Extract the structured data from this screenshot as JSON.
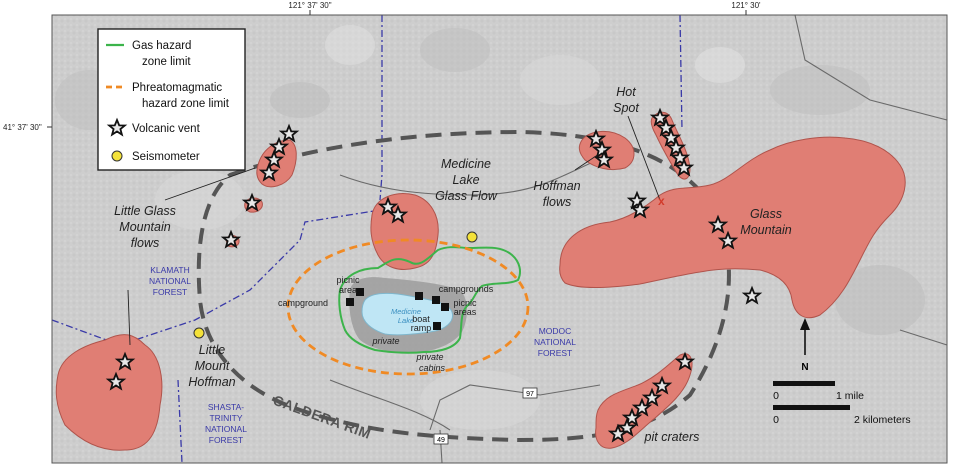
{
  "coordinates": {
    "lon_left": "121° 37' 30\"",
    "lon_right": "121° 30'",
    "lat": "41° 37' 30\""
  },
  "legend": {
    "gas_line1": "Gas hazard",
    "gas_line2": "zone limit",
    "phreato_line1": "Phreatomagmatic",
    "phreato_line2": "hazard zone limit",
    "vent": "Volcanic vent",
    "seismometer": "Seismometer"
  },
  "colors": {
    "lava": "#e07e74",
    "lava_stroke": "#b0544c",
    "gas": "#3cb44b",
    "phreato": "#f08a24",
    "caldera": "#555555",
    "lake": "#bfe6f5",
    "boundary": "#3a3aa8",
    "seismometer": "#f4e23a",
    "terrain": "#cfcfcf"
  },
  "labels": {
    "little_glass_1": "Little Glass",
    "little_glass_2": "Mountain",
    "little_glass_3": "flows",
    "medicine_flow_1": "Medicine",
    "medicine_flow_2": "Lake",
    "medicine_flow_3": "Glass Flow",
    "hoffman_1": "Hoffman",
    "hoffman_2": "flows",
    "hot_1": "Hot",
    "hot_2": "Spot",
    "glass_mtn_1": "Glass",
    "glass_mtn_2": "Mountain",
    "little_hoffman_1": "Little",
    "little_hoffman_2": "Mount",
    "little_hoffman_3": "Hoffman",
    "caldera_rim": "CALDERA RIM",
    "pit_craters": "pit craters",
    "lake_1": "Medicine",
    "lake_2": "Lake",
    "private_1": "private",
    "private_2": "private",
    "private_cabins": "cabins",
    "picnic_area_1": "picnic",
    "picnic_area_2": "area",
    "campground": "campground",
    "campgrounds": "campgrounds",
    "picnic_areas_1": "picnic",
    "picnic_areas_2": "areas",
    "boat_1": "boat",
    "boat_2": "ramp",
    "klamath_1": "KLAMATH",
    "klamath_2": "NATIONAL",
    "klamath_3": "FOREST",
    "modoc_1": "MODOC",
    "modoc_2": "NATIONAL",
    "modoc_3": "FOREST",
    "shasta_1": "SHASTA-",
    "shasta_2": "TRINITY",
    "shasta_3": "NATIONAL",
    "shasta_4": "FOREST",
    "north": "N",
    "road_97": "97",
    "road_49": "49"
  },
  "scale": {
    "zero_mile": "0",
    "mile": "1 mile",
    "zero_km": "0",
    "km": "2 kilometers"
  }
}
